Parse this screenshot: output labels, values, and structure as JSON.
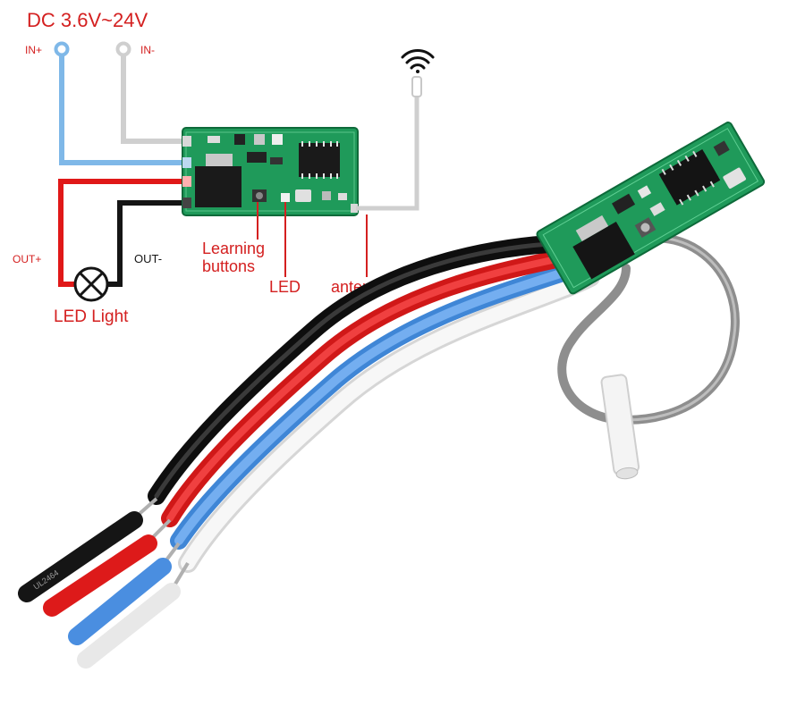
{
  "diagram": {
    "supply_label": "DC 3.6V~24V",
    "in_plus": "IN+",
    "in_minus": "IN-",
    "out_plus": "OUT+",
    "out_minus": "OUT-",
    "load_label": "LED Light",
    "learning_label_line1": "Learning",
    "learning_label_line2": "buttons",
    "led_label": "LED",
    "antenna_label": "antenna"
  },
  "photo": {
    "cable_print": "UL2464"
  },
  "colors": {
    "label_red": "#d42020",
    "wire_blue": "#7fb8e8",
    "wire_grey": "#cfcfcf",
    "wire_red": "#e01818",
    "wire_black": "#151515",
    "pcb_green": "#1f9a5a"
  }
}
